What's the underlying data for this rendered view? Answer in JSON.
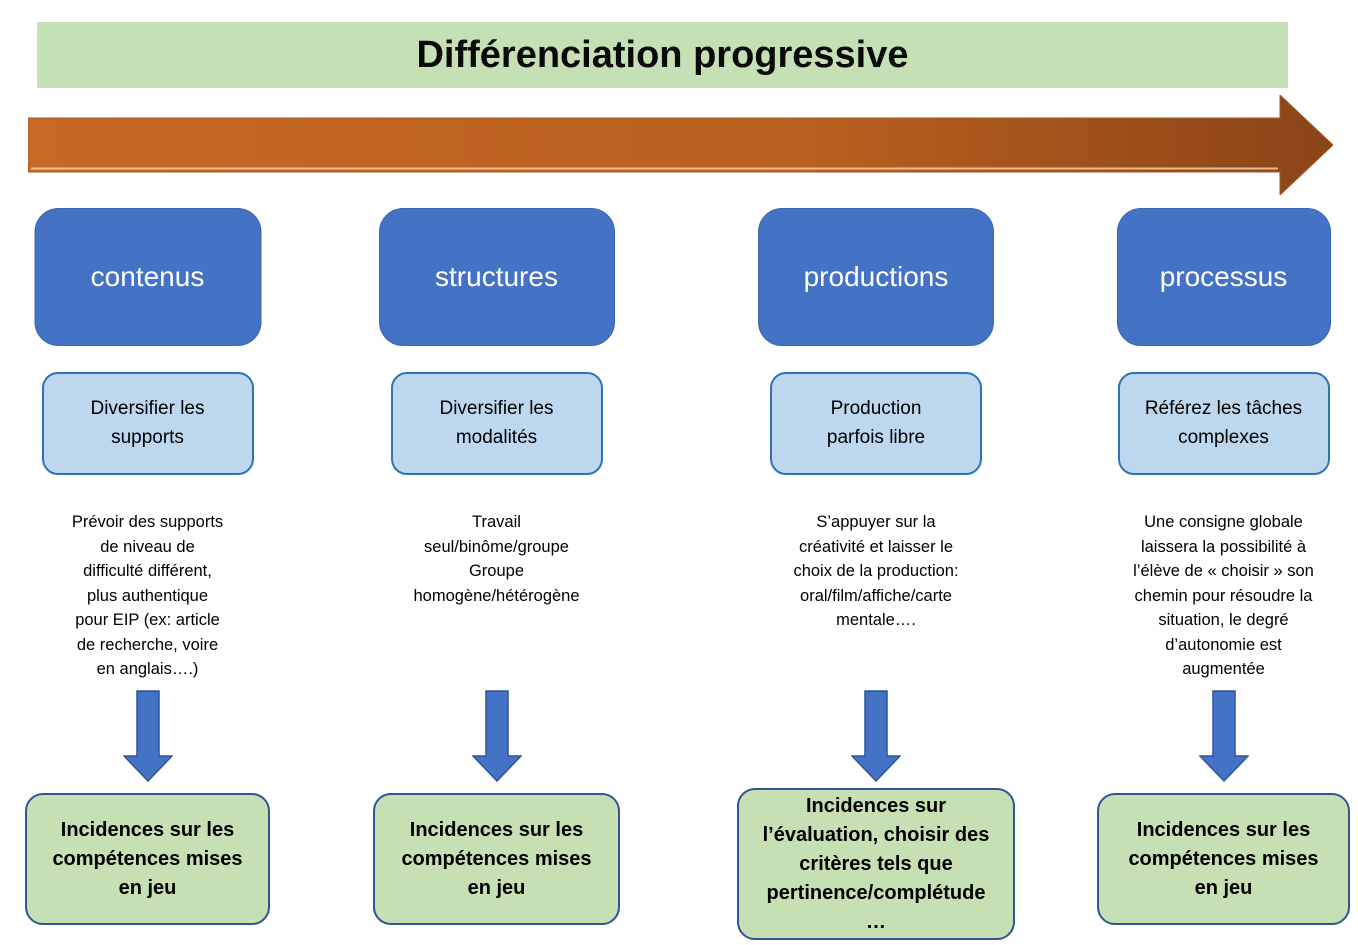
{
  "title": "Différenciation progressive",
  "flow_arrow": {
    "direction": "right",
    "label": ""
  },
  "columns": [
    {
      "header": "contenus",
      "strategy": "Diversifier les\nsupports",
      "description": "Prévoir des supports\nde niveau de\ndifficulté différent,\nplus authentique\npour EIP (ex: article\nde recherche, voire\nen anglais….)",
      "outcome": "Incidences sur les\ncompétences mises\nen jeu"
    },
    {
      "header": "structures",
      "strategy": "Diversifier les\nmodalités",
      "description": "Travail\nseul/binôme/groupe\nGroupe\nhomogène/hétérogène",
      "outcome": "Incidences sur les\ncompétences mises\nen jeu"
    },
    {
      "header": "productions",
      "strategy": "Production\nparfois libre",
      "description": "S’appuyer sur la\ncréativité et laisser le\nchoix de la production:\noral/film/affiche/carte\nmentale….",
      "outcome": "Incidences sur\nl’évaluation, choisir des\ncritères tels que\npertinence/complétude\n…"
    },
    {
      "header": "processus",
      "strategy": "Référez les tâches\ncomplexes",
      "description": "Une consigne globale\nlaissera la possibilité à\nl’élève de « choisir » son\nchemin pour résoudre la\nsituation, le degré\nd’autonomie est\naugmentée",
      "outcome": "Incidences sur les\ncompétences mises\nen jeu"
    }
  ],
  "colors": {
    "title_bar_bg": "#C5E0B4",
    "header_box_bg": "#4472C4",
    "strategy_box_bg": "#BDD7EE",
    "strategy_box_border": "#2E74B5",
    "outcome_box_bg": "#C6E0B4",
    "outcome_box_border": "#2F5597",
    "flow_arrow_gradient_start": "#C76925",
    "flow_arrow_gradient_end": "#8A4517",
    "down_arrow_fill": "#4472C4",
    "down_arrow_border": "#2F5597"
  }
}
